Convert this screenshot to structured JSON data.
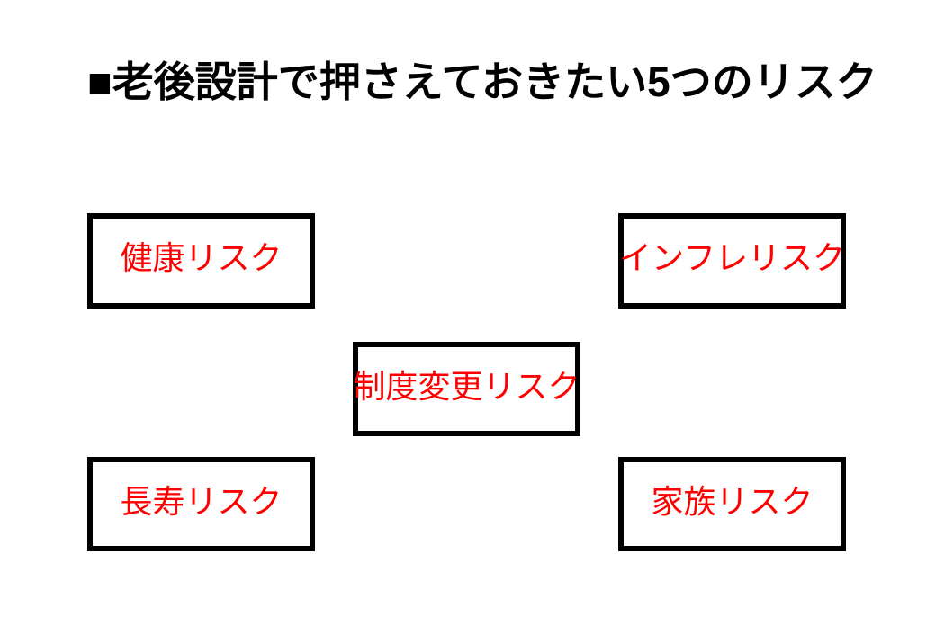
{
  "slide": {
    "background_color": "#ffffff",
    "title": {
      "bullet": "■",
      "text": "老後設計で押さえておきたい5つのリスク",
      "color": "#000000"
    },
    "box_border_color": "#000000",
    "box_fill_color": "#ffffff",
    "label_color": "#ff0000",
    "risks": [
      {
        "id": "health",
        "label": "健康リスク"
      },
      {
        "id": "inflation",
        "label": "インフレリスク"
      },
      {
        "id": "system",
        "label": "制度変更リスク"
      },
      {
        "id": "longevity",
        "label": "長寿リスク"
      },
      {
        "id": "family",
        "label": "家族リスク"
      }
    ]
  }
}
